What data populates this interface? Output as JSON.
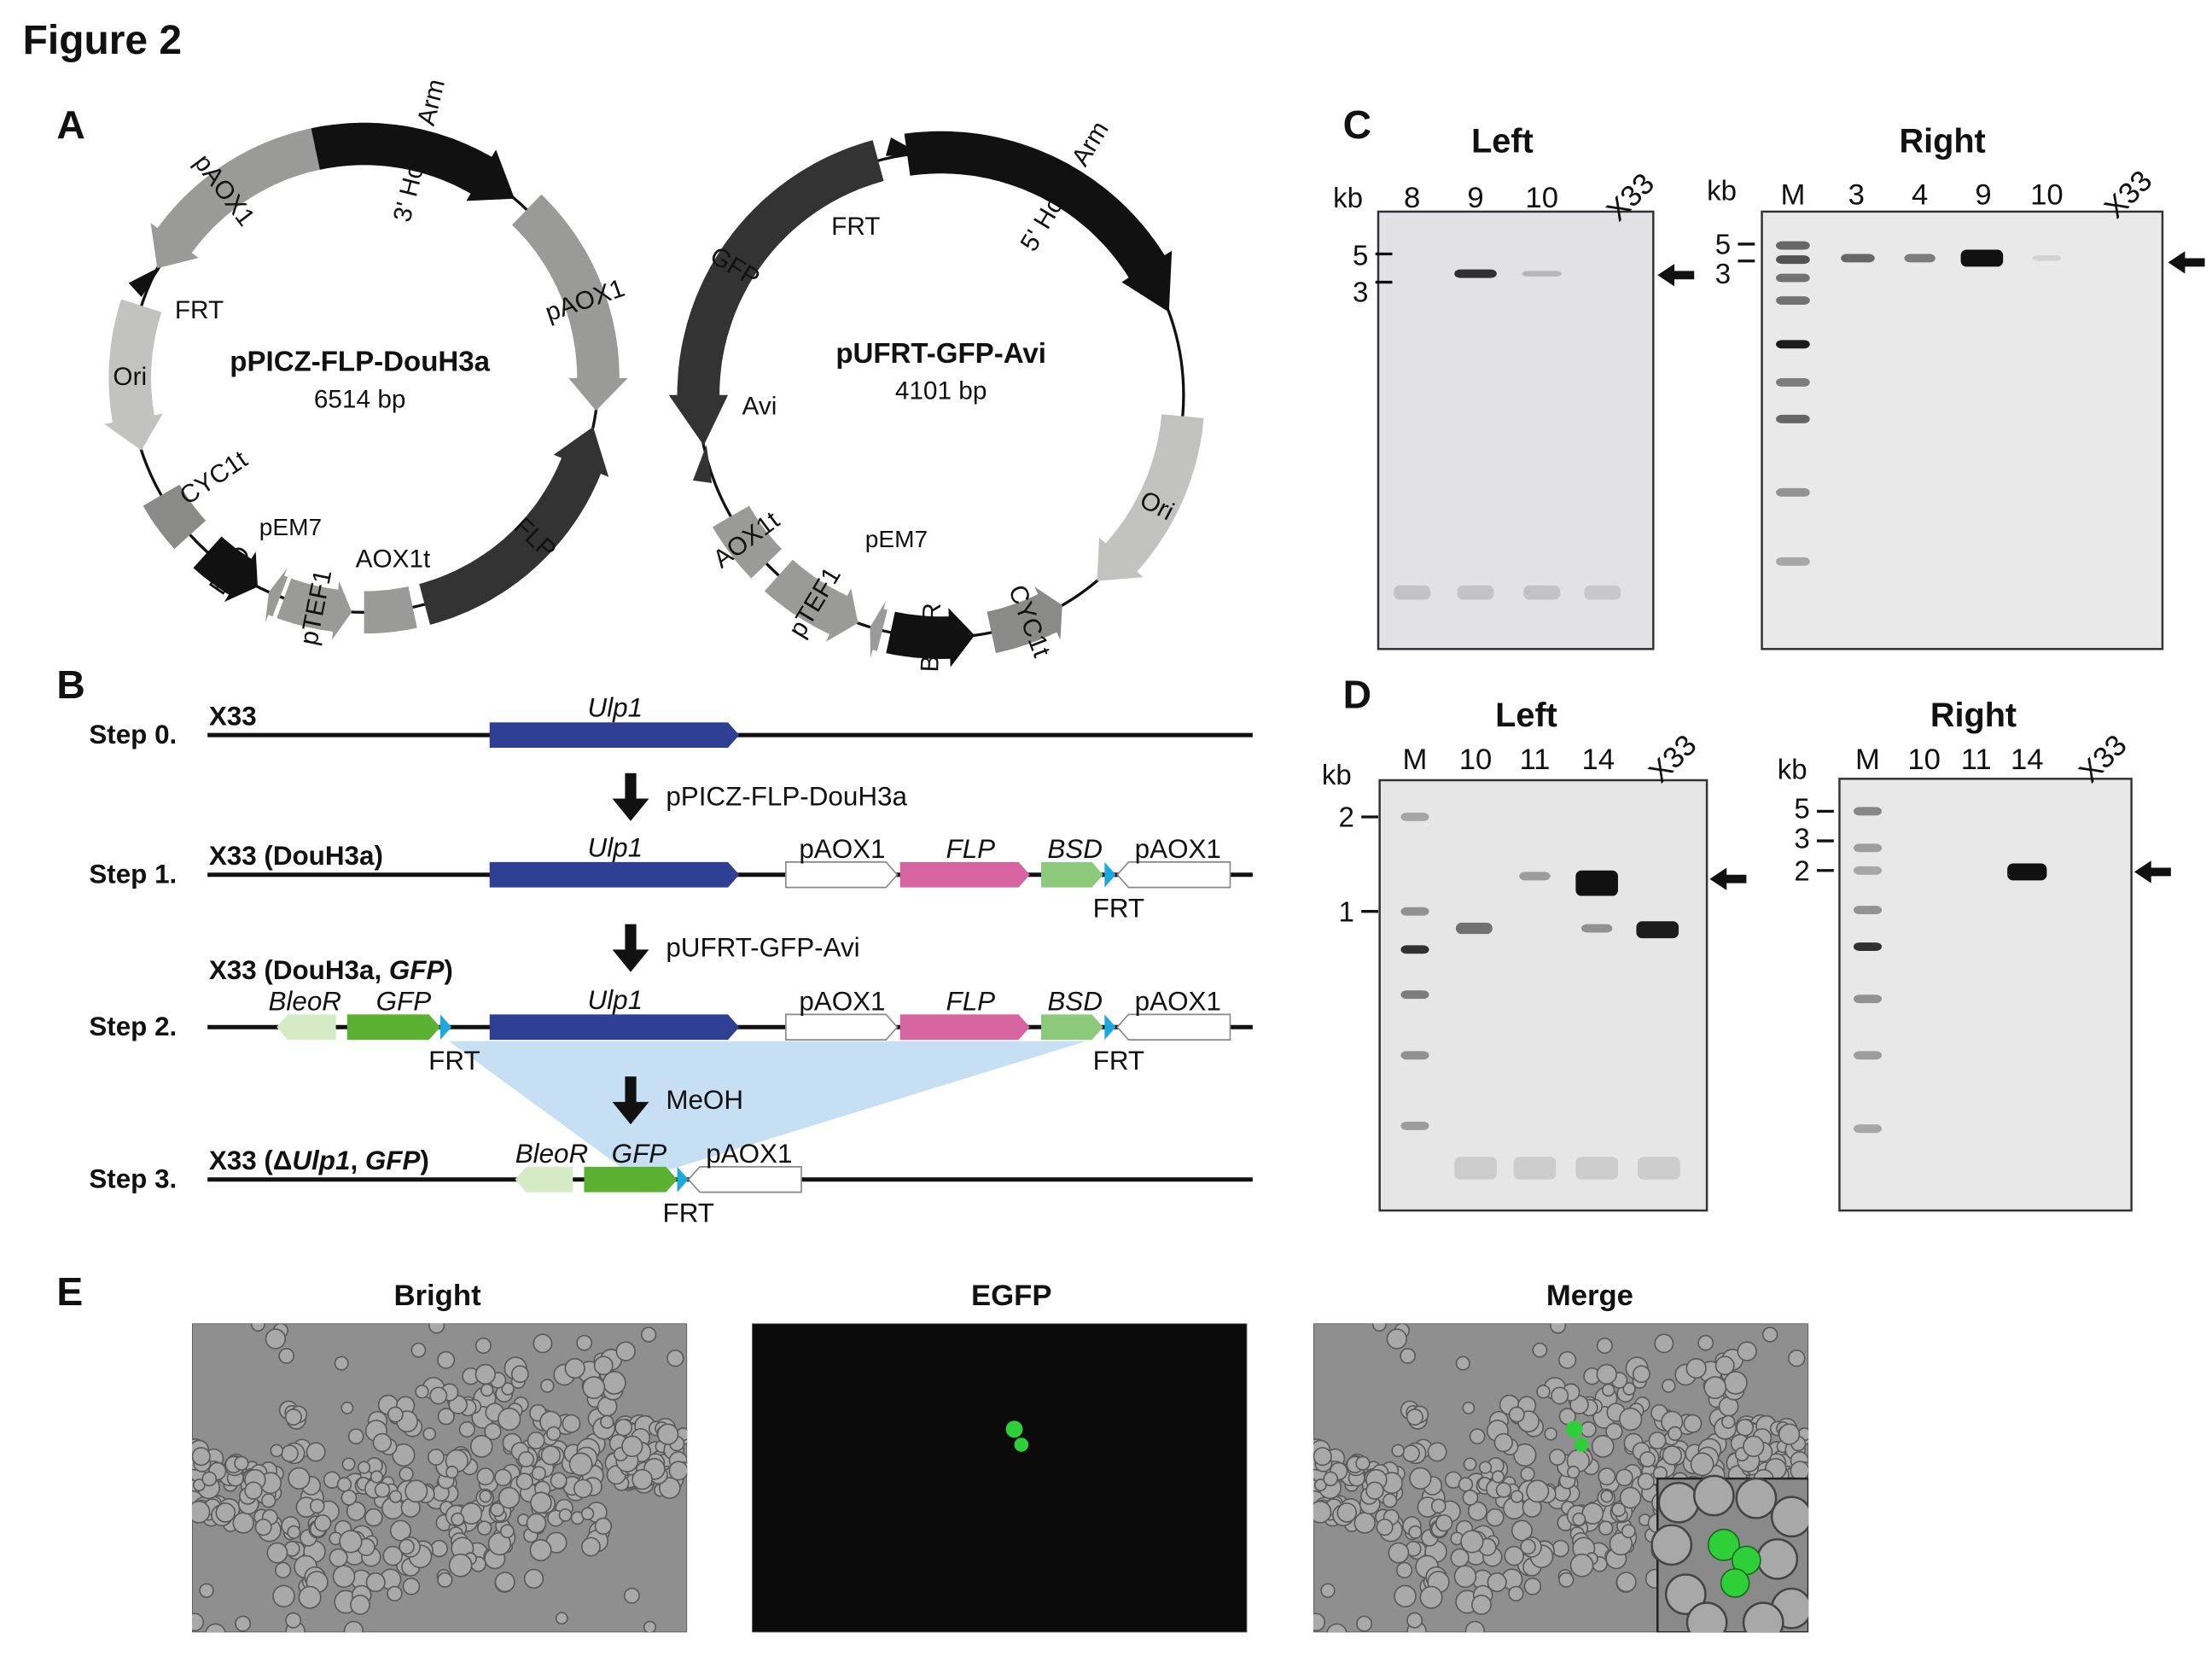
{
  "figure_title": "Figure 2",
  "panel_labels": {
    "a": "A",
    "b": "B",
    "c": "C",
    "d": "D",
    "e": "E"
  },
  "panel_a": {
    "plasmid1": {
      "name": "pPICZ-FLP-DouH3a",
      "size": "6514 bp",
      "features": [
        "3' Homo Arm",
        "pAOX1",
        "FLP",
        "AOX1t",
        "pTEF1",
        "pEM7",
        "BSD",
        "CYC1t",
        "Ori",
        "FRT",
        "pAOX1"
      ]
    },
    "plasmid2": {
      "name": "pUFRT-GFP-Avi",
      "size": "4101 bp",
      "features": [
        "5' Homo Arm",
        "FRT",
        "Ori",
        "CYC1t",
        "BleoR",
        "pEM7",
        "pTEF1",
        "AOX1t",
        "Avi",
        "GFP"
      ]
    }
  },
  "panel_b": {
    "steps": [
      {
        "step": "Step 0.",
        "strain": "X33"
      },
      {
        "step": "Step 1.",
        "strain": "X33 (DouH3a)"
      },
      {
        "step": "Step 2.",
        "strain_prefix": "X33 (DouH3a, ",
        "strain_italic": "GFP",
        "strain_suffix": ")"
      },
      {
        "step": "Step 3.",
        "strain_prefix": "X33 (Δ",
        "strain_italic": "Ulp1",
        "strain_mid": ", ",
        "strain_italic2": "GFP",
        "strain_suffix": ")"
      }
    ],
    "transitions": [
      "pPICZ-FLP-DouH3a",
      "pUFRT-GFP-Avi",
      "MeOH"
    ],
    "genes": {
      "ulp1": "Ulp1",
      "paox1": "pAOX1",
      "flp": "FLP",
      "bsd": "BSD",
      "frt": "FRT",
      "bleor": "BleoR",
      "gfp": "GFP"
    },
    "colors": {
      "ulp1": "#2e3f94",
      "flp": "#d564a0",
      "bsd": "#8cc97a",
      "gfp": "#5ab030",
      "bleor": "#d5ebc5",
      "frt": "#1ea8e0",
      "excision": "#c6dff3"
    }
  },
  "panel_c": {
    "left": {
      "title": "Left",
      "unit": "kb",
      "lanes": [
        "8",
        "9",
        "10",
        "X33"
      ],
      "markers": [
        "5",
        "3"
      ]
    },
    "right": {
      "title": "Right",
      "unit": "kb",
      "lanes": [
        "M",
        "3",
        "4",
        "9",
        "10",
        "X33"
      ],
      "markers": [
        "5",
        "3"
      ]
    }
  },
  "panel_d": {
    "left": {
      "title": "Left",
      "unit": "kb",
      "lanes": [
        "M",
        "10",
        "11",
        "14",
        "X33"
      ],
      "markers": [
        "2",
        "1"
      ]
    },
    "right": {
      "title": "Right",
      "unit": "kb",
      "lanes": [
        "M",
        "10",
        "11",
        "14",
        "X33"
      ],
      "markers": [
        "5",
        "3",
        "2"
      ]
    }
  },
  "panel_e": {
    "titles": [
      "Bright",
      "EGFP",
      "Merge"
    ],
    "colors": {
      "gfp": "#2fcf3a"
    }
  }
}
